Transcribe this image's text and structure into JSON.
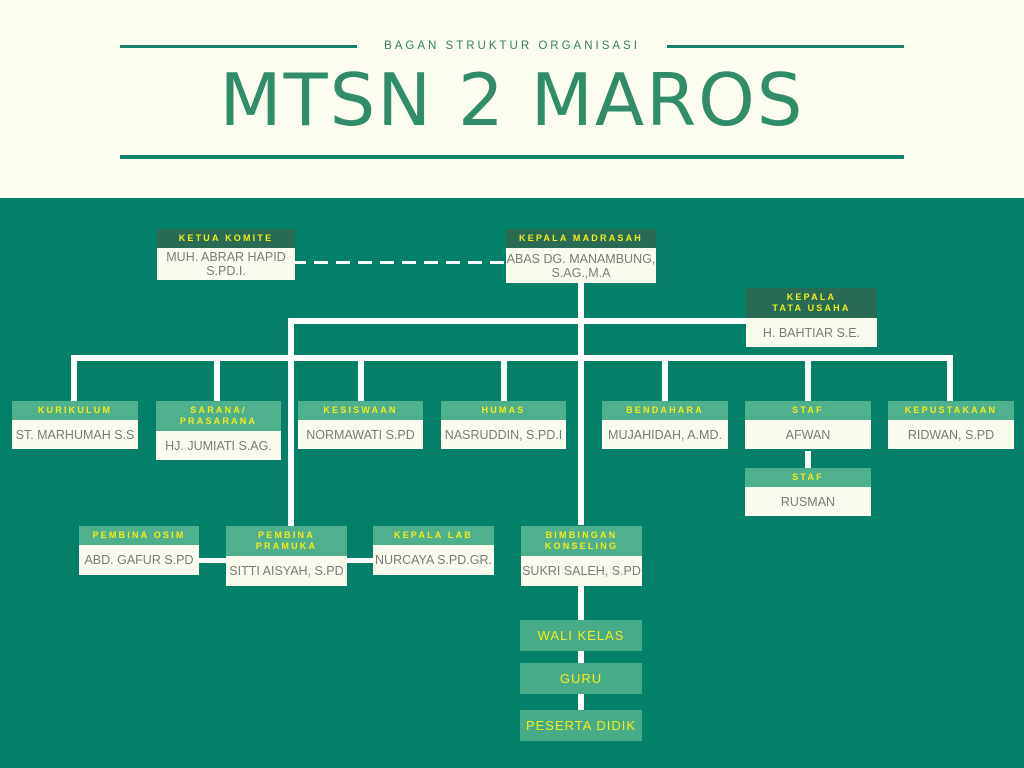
{
  "header": {
    "kicker": "BAGAN STRUKTUR ORGANISASI",
    "title": "MTSN 2 MAROS"
  },
  "colors": {
    "page_bg": "#fdfcf0",
    "chart_bg": "#048069",
    "header_dark": "#276b55",
    "header_light": "#4fb08d",
    "solid_box": "#47ab87",
    "title_green": "#2f8d6a",
    "rule_green": "#17806a",
    "label_yellow": "#f3ec1d",
    "body_text": "#7b7b7b",
    "body_bg": "#fbfaef",
    "connector": "#ffffff"
  },
  "chart_data": {
    "type": "diagram",
    "title": "BAGAN STRUKTUR ORGANISASI MTSN 2 MAROS",
    "nodes": [
      {
        "id": "ketua_komite",
        "role": "KETUA KOMITE",
        "name": "MUH. ABRAR HAPID S.PD.I.",
        "style": "dark",
        "level": 1
      },
      {
        "id": "kepala_madrasah",
        "role": "KEPALA MADRASAH",
        "name": "ABAS DG. MANAMBUNG,\nS.AG.,M.A",
        "style": "dark",
        "level": 1
      },
      {
        "id": "kepala_tu",
        "role": "KEPALA\nTATA USAHA",
        "name": "H. BAHTIAR S.E.",
        "style": "dark",
        "level": 2
      },
      {
        "id": "kurikulum",
        "role": "KURIKULUM",
        "name": "ST. MARHUMAH S.S",
        "style": "light",
        "level": 3
      },
      {
        "id": "sarana",
        "role": "SARANA/\nPRASARANA",
        "name": "HJ. JUMIATI S.AG.",
        "style": "light",
        "level": 3
      },
      {
        "id": "kesiswaan",
        "role": "KESISWAAN",
        "name": "NORMAWATI S.PD",
        "style": "light",
        "level": 3
      },
      {
        "id": "humas",
        "role": "HUMAS",
        "name": "NASRUDDIN, S.PD.I",
        "style": "light",
        "level": 3
      },
      {
        "id": "bendahara",
        "role": "BENDAHARA",
        "name": "MUJAHIDAH, A.MD.",
        "style": "light",
        "level": 3
      },
      {
        "id": "staf1",
        "role": "STAF",
        "name": "AFWAN",
        "style": "light",
        "level": 3
      },
      {
        "id": "kepustakaan",
        "role": "KEPUSTAKAAN",
        "name": "RIDWAN, S.PD",
        "style": "light",
        "level": 3
      },
      {
        "id": "staf2",
        "role": "STAF",
        "name": "RUSMAN",
        "style": "light",
        "level": 4
      },
      {
        "id": "pembina_osim",
        "role": "PEMBINA OSIM",
        "name": "ABD. GAFUR S.PD",
        "style": "light",
        "level": 4
      },
      {
        "id": "pembina_pramuka",
        "role": "PEMBINA\nPRAMUKA",
        "name": "SITTI AISYAH, S.PD",
        "style": "light",
        "level": 4
      },
      {
        "id": "kepala_lab",
        "role": "KEPALA LAB",
        "name": "NURCAYA S.PD.GR.",
        "style": "light",
        "level": 4
      },
      {
        "id": "bimbingan",
        "role": "BIMBINGAN\nKONSELING",
        "name": "SUKRI SALEH, S.PD",
        "style": "light",
        "level": 4
      },
      {
        "id": "wali_kelas",
        "label": "WALI KELAS",
        "style": "solid",
        "level": 5
      },
      {
        "id": "guru",
        "label": "GURU",
        "style": "solid",
        "level": 6
      },
      {
        "id": "peserta_didik",
        "label": "PESERTA DIDIK",
        "style": "solid",
        "level": 7
      }
    ],
    "edges": [
      {
        "from": "ketua_komite",
        "to": "kepala_madrasah",
        "style": "dashed"
      },
      {
        "from": "kepala_madrasah",
        "to": "kepala_tu",
        "style": "solid"
      },
      {
        "from": "kepala_madrasah",
        "to": "kurikulum",
        "style": "solid"
      },
      {
        "from": "kepala_madrasah",
        "to": "sarana",
        "style": "solid"
      },
      {
        "from": "kepala_madrasah",
        "to": "kesiswaan",
        "style": "solid"
      },
      {
        "from": "kepala_madrasah",
        "to": "humas",
        "style": "solid"
      },
      {
        "from": "kepala_madrasah",
        "to": "bendahara",
        "style": "solid"
      },
      {
        "from": "kepala_madrasah",
        "to": "staf1",
        "style": "solid"
      },
      {
        "from": "kepala_madrasah",
        "to": "kepustakaan",
        "style": "solid"
      },
      {
        "from": "staf1",
        "to": "staf2",
        "style": "solid"
      },
      {
        "from": "pembina_osim",
        "to": "pembina_pramuka",
        "style": "solid"
      },
      {
        "from": "pembina_pramuka",
        "to": "kepala_lab",
        "style": "solid"
      },
      {
        "from": "kepala_madrasah",
        "to": "pembina_pramuka",
        "style": "solid"
      },
      {
        "from": "kepala_madrasah",
        "to": "bimbingan",
        "style": "solid"
      },
      {
        "from": "bimbingan",
        "to": "wali_kelas",
        "style": "solid"
      },
      {
        "from": "wali_kelas",
        "to": "guru",
        "style": "solid"
      },
      {
        "from": "guru",
        "to": "peserta_didik",
        "style": "solid"
      }
    ]
  }
}
